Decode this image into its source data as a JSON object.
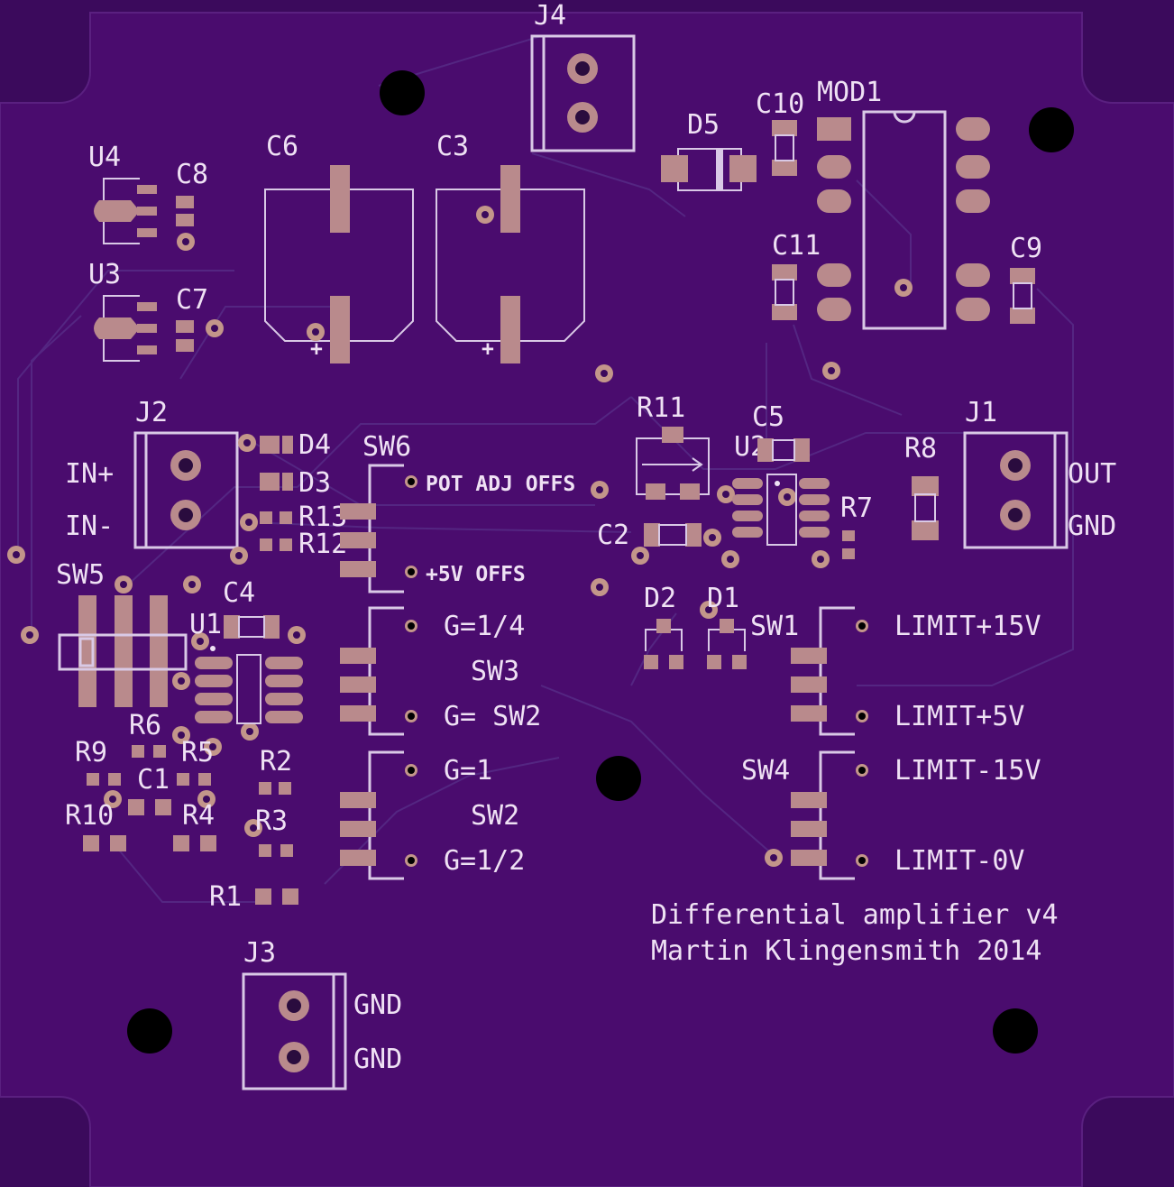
{
  "colors": {
    "board": "#4a0c6e",
    "background": "#3b0a5c",
    "silkscreen": "#d9c9e6",
    "copper_pad": "#b98a8c",
    "trace": "#542682",
    "mounting_hole": "#000000"
  },
  "refdes": {
    "J1": "J1",
    "J2": "J2",
    "J3": "J3",
    "J4": "J4",
    "U1": "U1",
    "U2": "U2",
    "U3": "U3",
    "U4": "U4",
    "C1": "C1",
    "C2": "C2",
    "C3": "C3",
    "C4": "C4",
    "C5": "C5",
    "C6": "C6",
    "C7": "C7",
    "C8": "C8",
    "C9": "C9",
    "C10": "C10",
    "C11": "C11",
    "D1": "D1",
    "D2": "D2",
    "D3": "D3",
    "D4": "D4",
    "D5": "D5",
    "R1": "R1",
    "R2": "R2",
    "R3": "R3",
    "R4": "R4",
    "R5": "R5",
    "R6": "R6",
    "R7": "R7",
    "R8": "R8",
    "R9": "R9",
    "R10": "R10",
    "R11": "R11",
    "R12": "R12",
    "R13": "R13",
    "SW1": "SW1",
    "SW2": "SW2",
    "SW3": "SW3",
    "SW4": "SW4",
    "SW5": "SW5",
    "SW6": "SW6",
    "MOD1": "MOD1"
  },
  "pin_labels": {
    "in_plus": "IN+",
    "in_minus": "IN-",
    "out": "OUT",
    "gnd": "GND",
    "j3_gnd_1": "GND",
    "j3_gnd_2": "GND",
    "pot_adj": "POT ADJ OFFS",
    "plus5v_offs": "+5V OFFS",
    "g_quarter": "G=1/4",
    "g_sw2": "G= SW2",
    "g_one": "G=1",
    "g_half": "G=1/2",
    "limit_p15": "LIMIT+15V",
    "limit_p5": "LIMIT+5V",
    "limit_m15": "LIMIT-15V",
    "limit_0": "LIMIT-0V"
  },
  "board_text": {
    "title": "Differential amplifier v4",
    "author": "Martin Klingensmith 2014"
  }
}
